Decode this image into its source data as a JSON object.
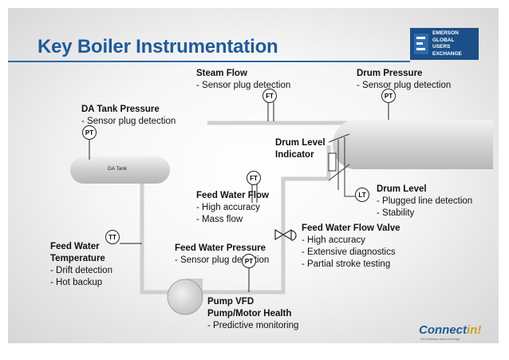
{
  "title": "Key Boiler Instrumentation",
  "logo": {
    "lines": [
      "EMERSON",
      "GLOBAL",
      "USERS",
      "EXCHANGE"
    ]
  },
  "footer": {
    "brand_main": "Connect",
    "brand_accent": "in!",
    "tagline": "2013 Emerson Users Exchange"
  },
  "tank_label": "DA Tank",
  "instruments": {
    "steam_flow_tag": "FT",
    "drum_pressure_tag": "PT",
    "da_tank_pressure_tag": "PT",
    "feed_water_flow_tag": "FT",
    "drum_level_tag": "LT",
    "feed_water_temp_tag": "TT",
    "feed_water_pressure_tag": "PT"
  },
  "labels": {
    "steam_flow": {
      "title": "Steam Flow",
      "items": [
        "- Sensor plug detection"
      ]
    },
    "drum_pressure": {
      "title": "Drum Pressure",
      "items": [
        "- Sensor plug detection"
      ]
    },
    "da_tank_pressure": {
      "title": "DA Tank Pressure",
      "items": [
        "- Sensor plug detection"
      ]
    },
    "drum_level_indicator": {
      "title_line1": "Drum Level",
      "title_line2": "Indicator"
    },
    "drum_level": {
      "title": "Drum Level",
      "items": [
        "- Plugged line detection",
        "- Stability"
      ]
    },
    "feed_water_flow": {
      "title": "Feed Water Flow",
      "items": [
        "- High accuracy",
        "- Mass flow"
      ]
    },
    "feed_water_flow_valve": {
      "title": "Feed Water Flow Valve",
      "items": [
        "- High accuracy",
        "- Extensive diagnostics",
        "- Partial stroke testing"
      ]
    },
    "feed_water_temperature": {
      "title_line1": "Feed Water",
      "title_line2": "Temperature",
      "items": [
        "- Drift detection",
        "- Hot backup"
      ]
    },
    "feed_water_pressure": {
      "title": "Feed Water Pressure",
      "items": [
        "- Sensor plug detection"
      ]
    },
    "pump": {
      "title_line1": "Pump VFD",
      "title_line2": "Pump/Motor Health",
      "items": [
        "- Predictive monitoring"
      ]
    }
  },
  "colors": {
    "title": "#1f5a9a",
    "pipe": "#cfcfcf",
    "logo_bg": "#1c4f87",
    "accent": "#c8a21a"
  }
}
